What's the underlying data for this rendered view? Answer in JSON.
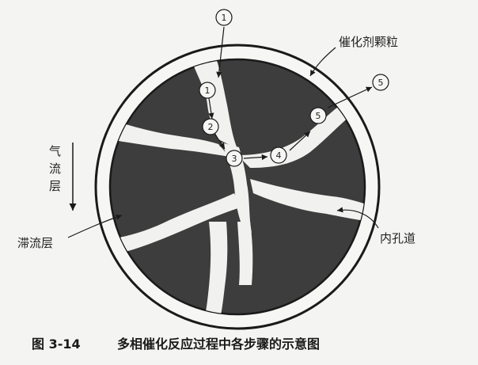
{
  "labels": {
    "catalyst_particle": "催化剂颗粒",
    "gas_flow_layer": [
      "气",
      "流",
      "层"
    ],
    "stagnant_layer": "滞流层",
    "inner_pore": "内孔道"
  },
  "steps": {
    "s1_outer": "1",
    "s1_inner": "1",
    "s2": "2",
    "s3": "3",
    "s4": "4",
    "s5_inner": "5",
    "s5_outer": "5"
  },
  "caption": {
    "figure_number": "图 3-14",
    "title": "多相催化反应过程中各步骤的示意图"
  },
  "colors": {
    "solid": "#3d3d3d",
    "pore": "#f1f1ef",
    "ring": "#f6f6f4",
    "line": "#1a1a1a"
  }
}
